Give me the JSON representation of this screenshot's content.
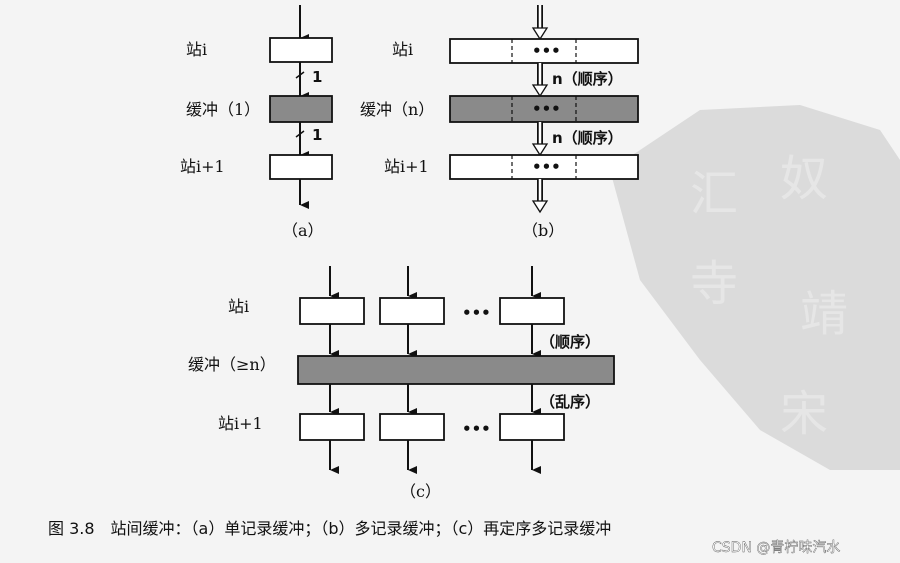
{
  "panel_a": {
    "label_top": "站i",
    "label_mid": "缓冲（1）",
    "label_bot": "站i+1",
    "edge_label_1": "1",
    "edge_label_2": "1",
    "sub": "（a）"
  },
  "panel_b": {
    "label_top": "站i",
    "label_mid": "缓冲（n）",
    "label_bot": "站i+1",
    "dots": "•••",
    "edge_label_1": "n（顺序）",
    "edge_label_2": "n（顺序）",
    "sub": "（b）"
  },
  "panel_c": {
    "label_top": "站i",
    "label_mid": "缓冲（≥n）",
    "label_bot": "站i+1",
    "dots": "•••",
    "edge_label_1": "（顺序）",
    "edge_label_2": "（乱序）",
    "sub": "（c）"
  },
  "caption": "图 3.8　站间缓冲：（a）单记录缓冲；（b）多记录缓冲；（c）再定序多记录缓冲",
  "watermark": "CSDN @青柠味汽水",
  "colors": {
    "buffer_fill": "#8a8a8a",
    "box_stroke": "#111111",
    "seal": "#c9c9c9"
  }
}
